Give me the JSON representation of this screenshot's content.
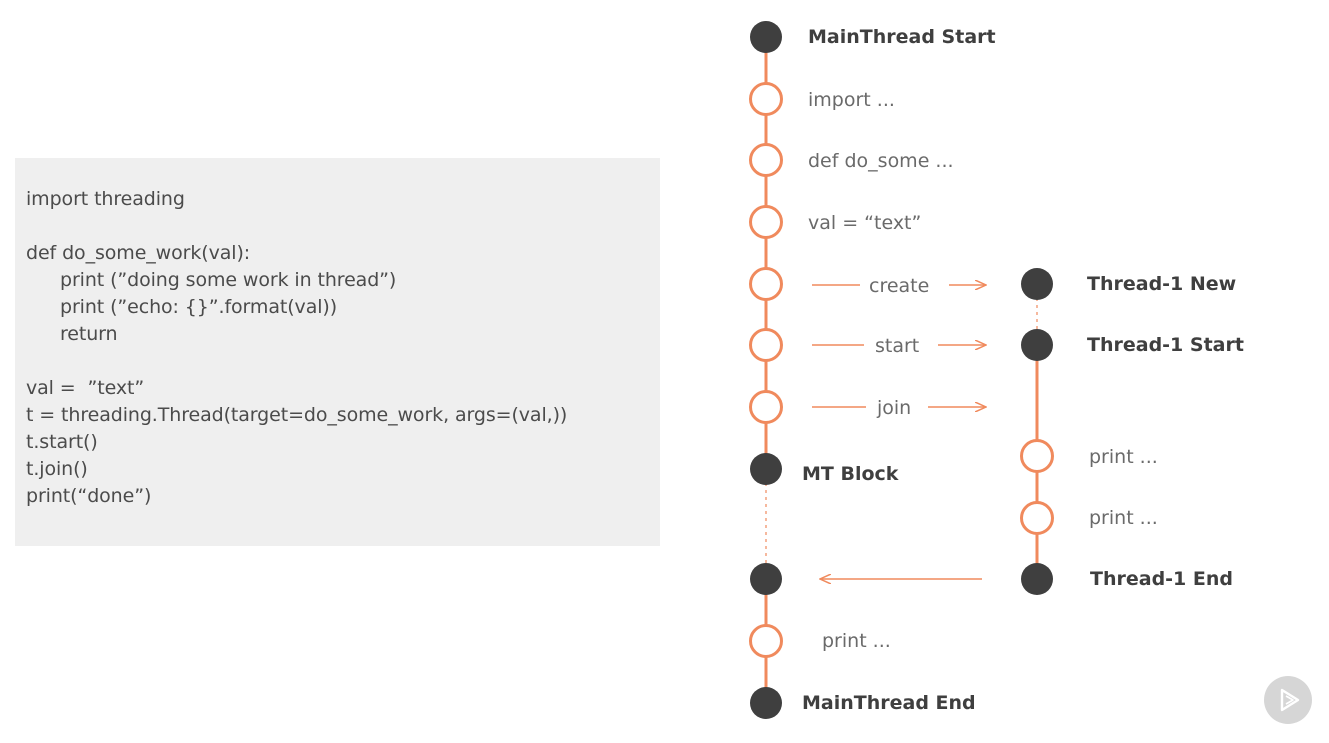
{
  "code": {
    "lines": [
      "import threading",
      "",
      "def do_some_work(val):",
      "print (”doing some work in thread”)",
      "print (”echo: {}”.format(val))",
      "return",
      "",
      "val =  ”text”",
      "t = threading.Thread(target=do_some_work, args=(val,))",
      "t.start()",
      "t.join()",
      "print(“done”)"
    ]
  },
  "diagram": {
    "main_labels": {
      "start": "MainThread Start",
      "import": "import ...",
      "def": "def do_some ...",
      "val": "val  = “text”",
      "block": "MT Block",
      "print": "print ...",
      "end": "MainThread End"
    },
    "arrows": {
      "create": "create",
      "start": "start",
      "join": "join"
    },
    "thread_labels": {
      "new": "Thread-1 New",
      "start": "Thread-1 Start",
      "print1": "print ...",
      "print2": "print ...",
      "end": "Thread-1 End"
    },
    "colors": {
      "accent": "#f08a5d",
      "node_dark": "#3f3f3f",
      "text": "#6a6a6a"
    }
  },
  "player": {
    "icon": "play-icon"
  }
}
